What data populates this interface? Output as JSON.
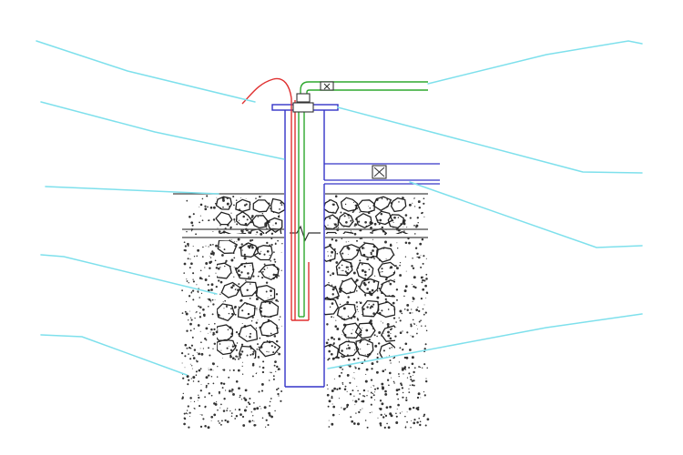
{
  "diagram": {
    "labels": [],
    "colors": {
      "well_casing": "#3434c8",
      "cable": "#e03030",
      "pipe": "#2ea82e",
      "leader": "#7ee0ec",
      "ground_line": "#444444",
      "rock": "#222222",
      "soil_dot": "#333333",
      "background": "#ffffff"
    },
    "components": [
      "surface-soil",
      "rock-layer",
      "gravel-soil",
      "well-casing",
      "casing-flange",
      "pump-cable",
      "drop-pipe",
      "discharge-pipe",
      "gate-valve",
      "pipe-support",
      "ground-surface"
    ]
  }
}
